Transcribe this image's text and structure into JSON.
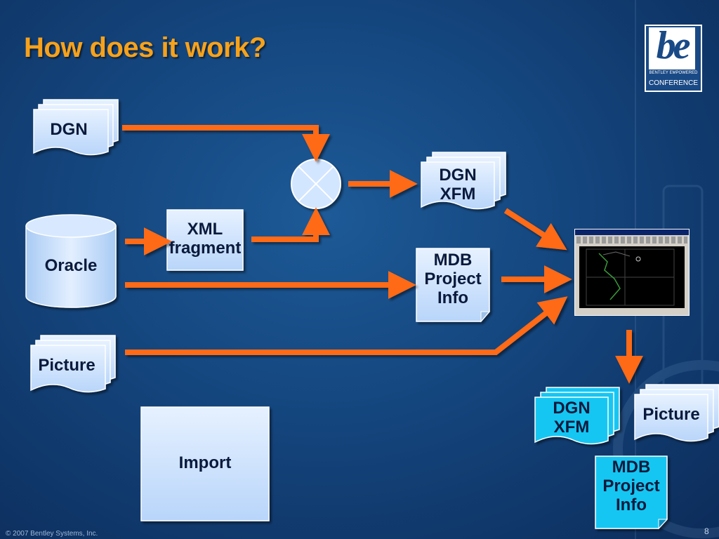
{
  "title": "How does it work?",
  "footer": "© 2007 Bentley Systems, Inc.",
  "page_number": "8",
  "logo": {
    "mark": "be",
    "tagline": "BENTLEY EMPOWERED",
    "sub": "CONFERENCE"
  },
  "nodes": {
    "dgn_source": "DGN",
    "oracle": "Oracle",
    "picture_source": "Picture",
    "xml_line1": "XML",
    "xml_line2": "fragment",
    "dgn_xfm_line1": "DGN",
    "dgn_xfm_line2": "XFM",
    "mdb_line1": "MDB",
    "mdb_line2": "Project",
    "mdb_line3": "Info",
    "import": "Import",
    "out_dgn_line1": "DGN",
    "out_dgn_line2": "XFM",
    "out_picture": "Picture",
    "out_mdb_line1": "MDB",
    "out_mdb_line2": "Project",
    "out_mdb_line3": "Info"
  },
  "colors": {
    "arrow": "#ff6a13",
    "doc_fill": "#cfe3ff",
    "doc_output_fill": "#19c6f2",
    "title": "#f7a21b"
  }
}
